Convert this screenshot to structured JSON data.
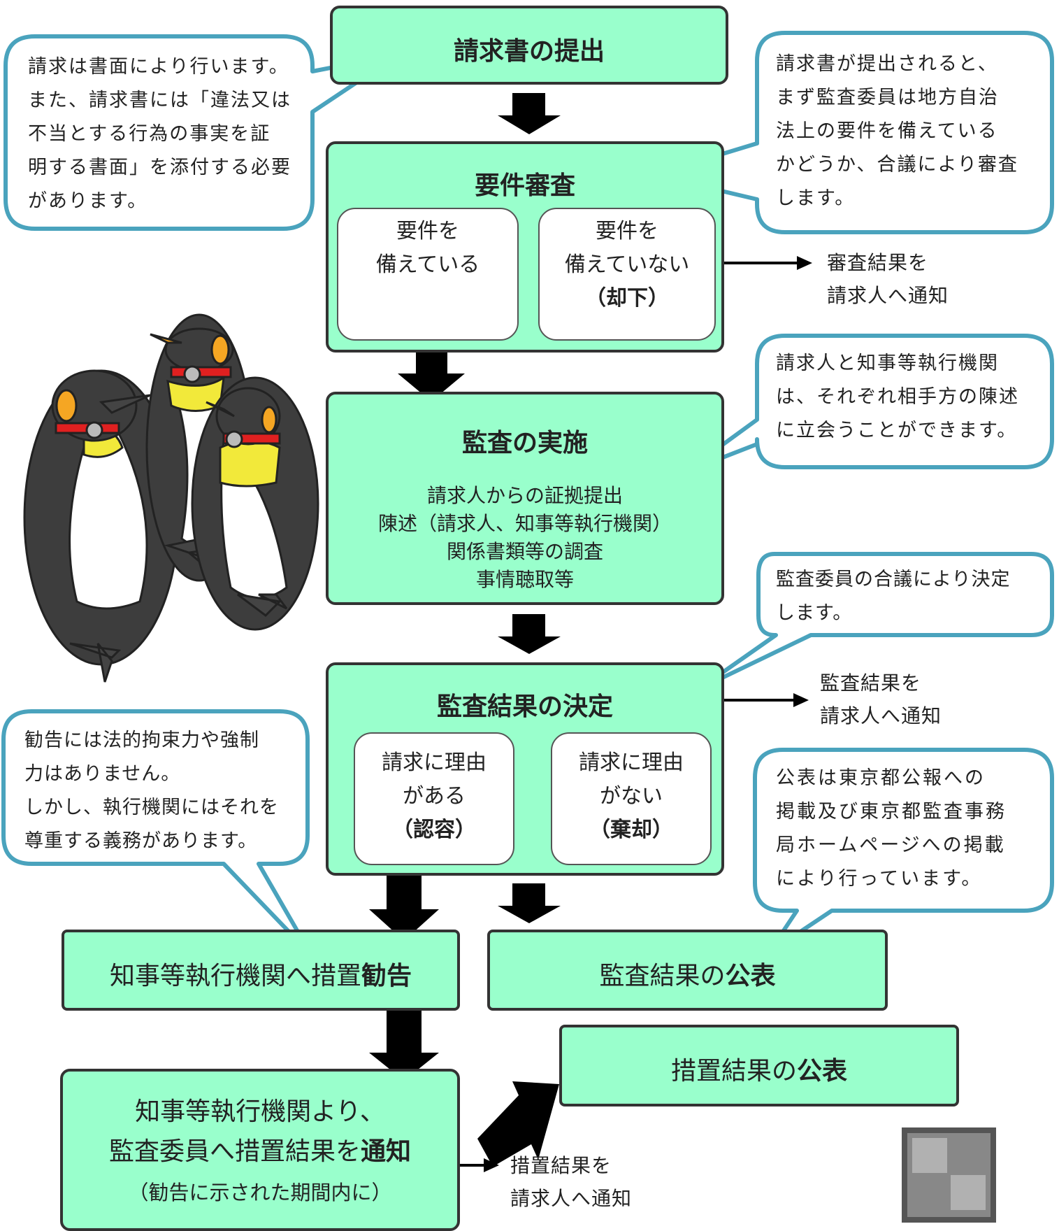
{
  "colors": {
    "box_fill": "#99ffcc",
    "box_border": "#333333",
    "bubble_border": "#4aa3bd",
    "arrow": "#000000"
  },
  "steps": {
    "submit": {
      "title": "請求書の提出"
    },
    "review": {
      "title": "要件審査",
      "option_ok": {
        "line1": "要件を",
        "line2": "備えている"
      },
      "option_ng": {
        "line1": "要件を",
        "line2": "備えていない",
        "line3": "（却下）"
      }
    },
    "audit": {
      "title": "監査の実施",
      "items": [
        "請求人からの証拠提出",
        "陳述（請求人、知事等執行機関）",
        "関係書類等の調査",
        "事情聴取等"
      ]
    },
    "decision": {
      "title": "監査結果の決定",
      "option_ok": {
        "line1": "請求に理由",
        "line2": "がある",
        "line3": "（認容）"
      },
      "option_ng": {
        "line1": "請求に理由",
        "line2": "がない",
        "line3": "（棄却）"
      }
    },
    "recommend": {
      "text": "知事等執行機関へ措置",
      "bold": "勧告"
    },
    "publish_result": {
      "text": "監査結果の",
      "bold": "公表"
    },
    "publish_measure": {
      "text": "措置結果の",
      "bold": "公表"
    },
    "notify": {
      "line1": "知事等執行機関より、",
      "line2_text": "監査委員へ措置結果を",
      "line2_bold": "通知",
      "line3": "（勧告に示された期間内に）"
    }
  },
  "notices": {
    "review": {
      "line1": "審査結果を",
      "line2": "請求人へ通知"
    },
    "decision": {
      "line1": "監査結果を",
      "line2": "請求人へ通知"
    },
    "measure": {
      "line1": "措置結果を",
      "line2": "請求人へ通知"
    }
  },
  "bubbles": {
    "submit": [
      "請求は書面により行います。",
      "また、請求書には「違法又は",
      "不当とする行為の事実を証",
      "明する書面」を添付する必要",
      "があります。"
    ],
    "review": [
      "請求書が提出されると、",
      "まず監査委員は地方自治",
      "法上の要件を備えている",
      "かどうか、合議により審査",
      "します。"
    ],
    "audit": [
      "請求人と知事等執行機関",
      "は、それぞれ相手方の陳述",
      "に立会うことができます。"
    ],
    "decision": [
      "監査委員の合議により決定",
      "します。"
    ],
    "recommend": [
      "勧告には法的拘束力や強制",
      "力はありません。",
      "しかし、執行機関にはそれを",
      "尊重する義務があります。"
    ],
    "publish": [
      "公表は東京都公報への",
      "掲載及び東京都監査事務",
      "局ホームページへの掲載",
      "により行っています。"
    ]
  },
  "icons": {
    "mascot": "penguin-mascot-illustration",
    "qr": "qr-code"
  }
}
